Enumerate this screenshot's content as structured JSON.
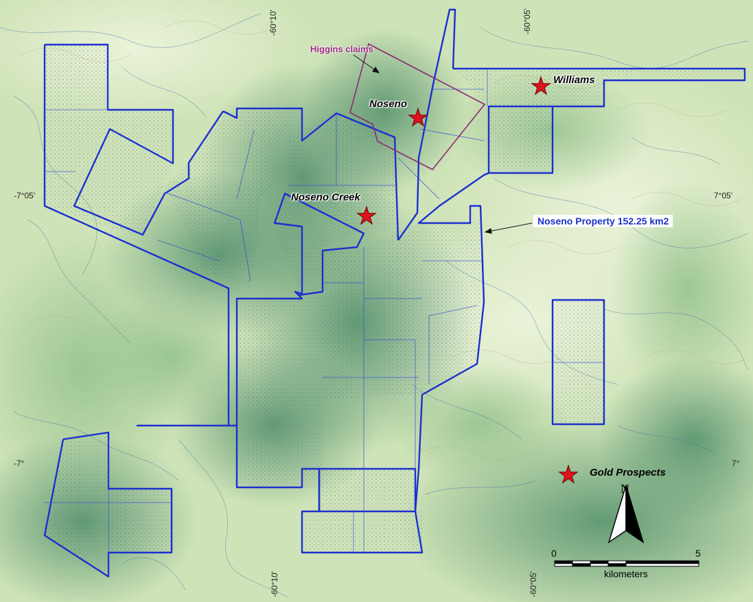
{
  "coordinates": {
    "lon_top_left": "-60°10'",
    "lon_top_right": "-60°05'",
    "lon_bottom_left": "-60°10'",
    "lon_bottom_right": "-60°05'",
    "lat_upper_left": "-7°05'",
    "lat_upper_right": "7°05'",
    "lat_lower_left": "-7°",
    "lat_lower_right": "7°"
  },
  "labels": {
    "higgins": "Higgins claims",
    "property": "Noseno Property  152.25 km2"
  },
  "sites": [
    {
      "name": "Noseno"
    },
    {
      "name": "Williams"
    },
    {
      "name": "Noseno Creek"
    }
  ],
  "legend": {
    "gold_prospects": "Gold Prospects"
  },
  "north": "N",
  "scale": {
    "zero": "0",
    "five": "5",
    "unit": "kilometers"
  },
  "colors": {
    "claim_outline": "#1c2fd0",
    "higgins_outline": "#8a2877",
    "star": "#e0141e",
    "terrain_light": "#dcebc8",
    "terrain_dark": "#5f9a72"
  }
}
